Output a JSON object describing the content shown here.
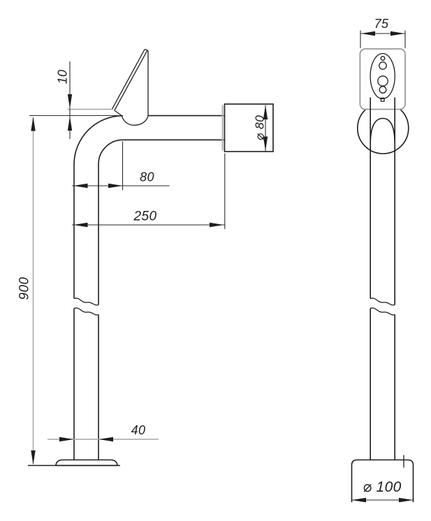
{
  "drawing": {
    "kind": "technical-drawing-two-views",
    "background": "#ffffff",
    "colors": {
      "main_line": "#1d1d1d",
      "aux_line": "#a6a6a6",
      "plate_line": "#9a9a9a",
      "text": "#1f1f1f"
    },
    "dims": {
      "blade_offset": "10",
      "post_height": "900",
      "bend_offset": "80",
      "arm_reach": "250",
      "post_diameter": "40",
      "cap_diameter": "⌀ 80",
      "blade_width": "75",
      "base_diameter": "⌀ 100"
    }
  }
}
